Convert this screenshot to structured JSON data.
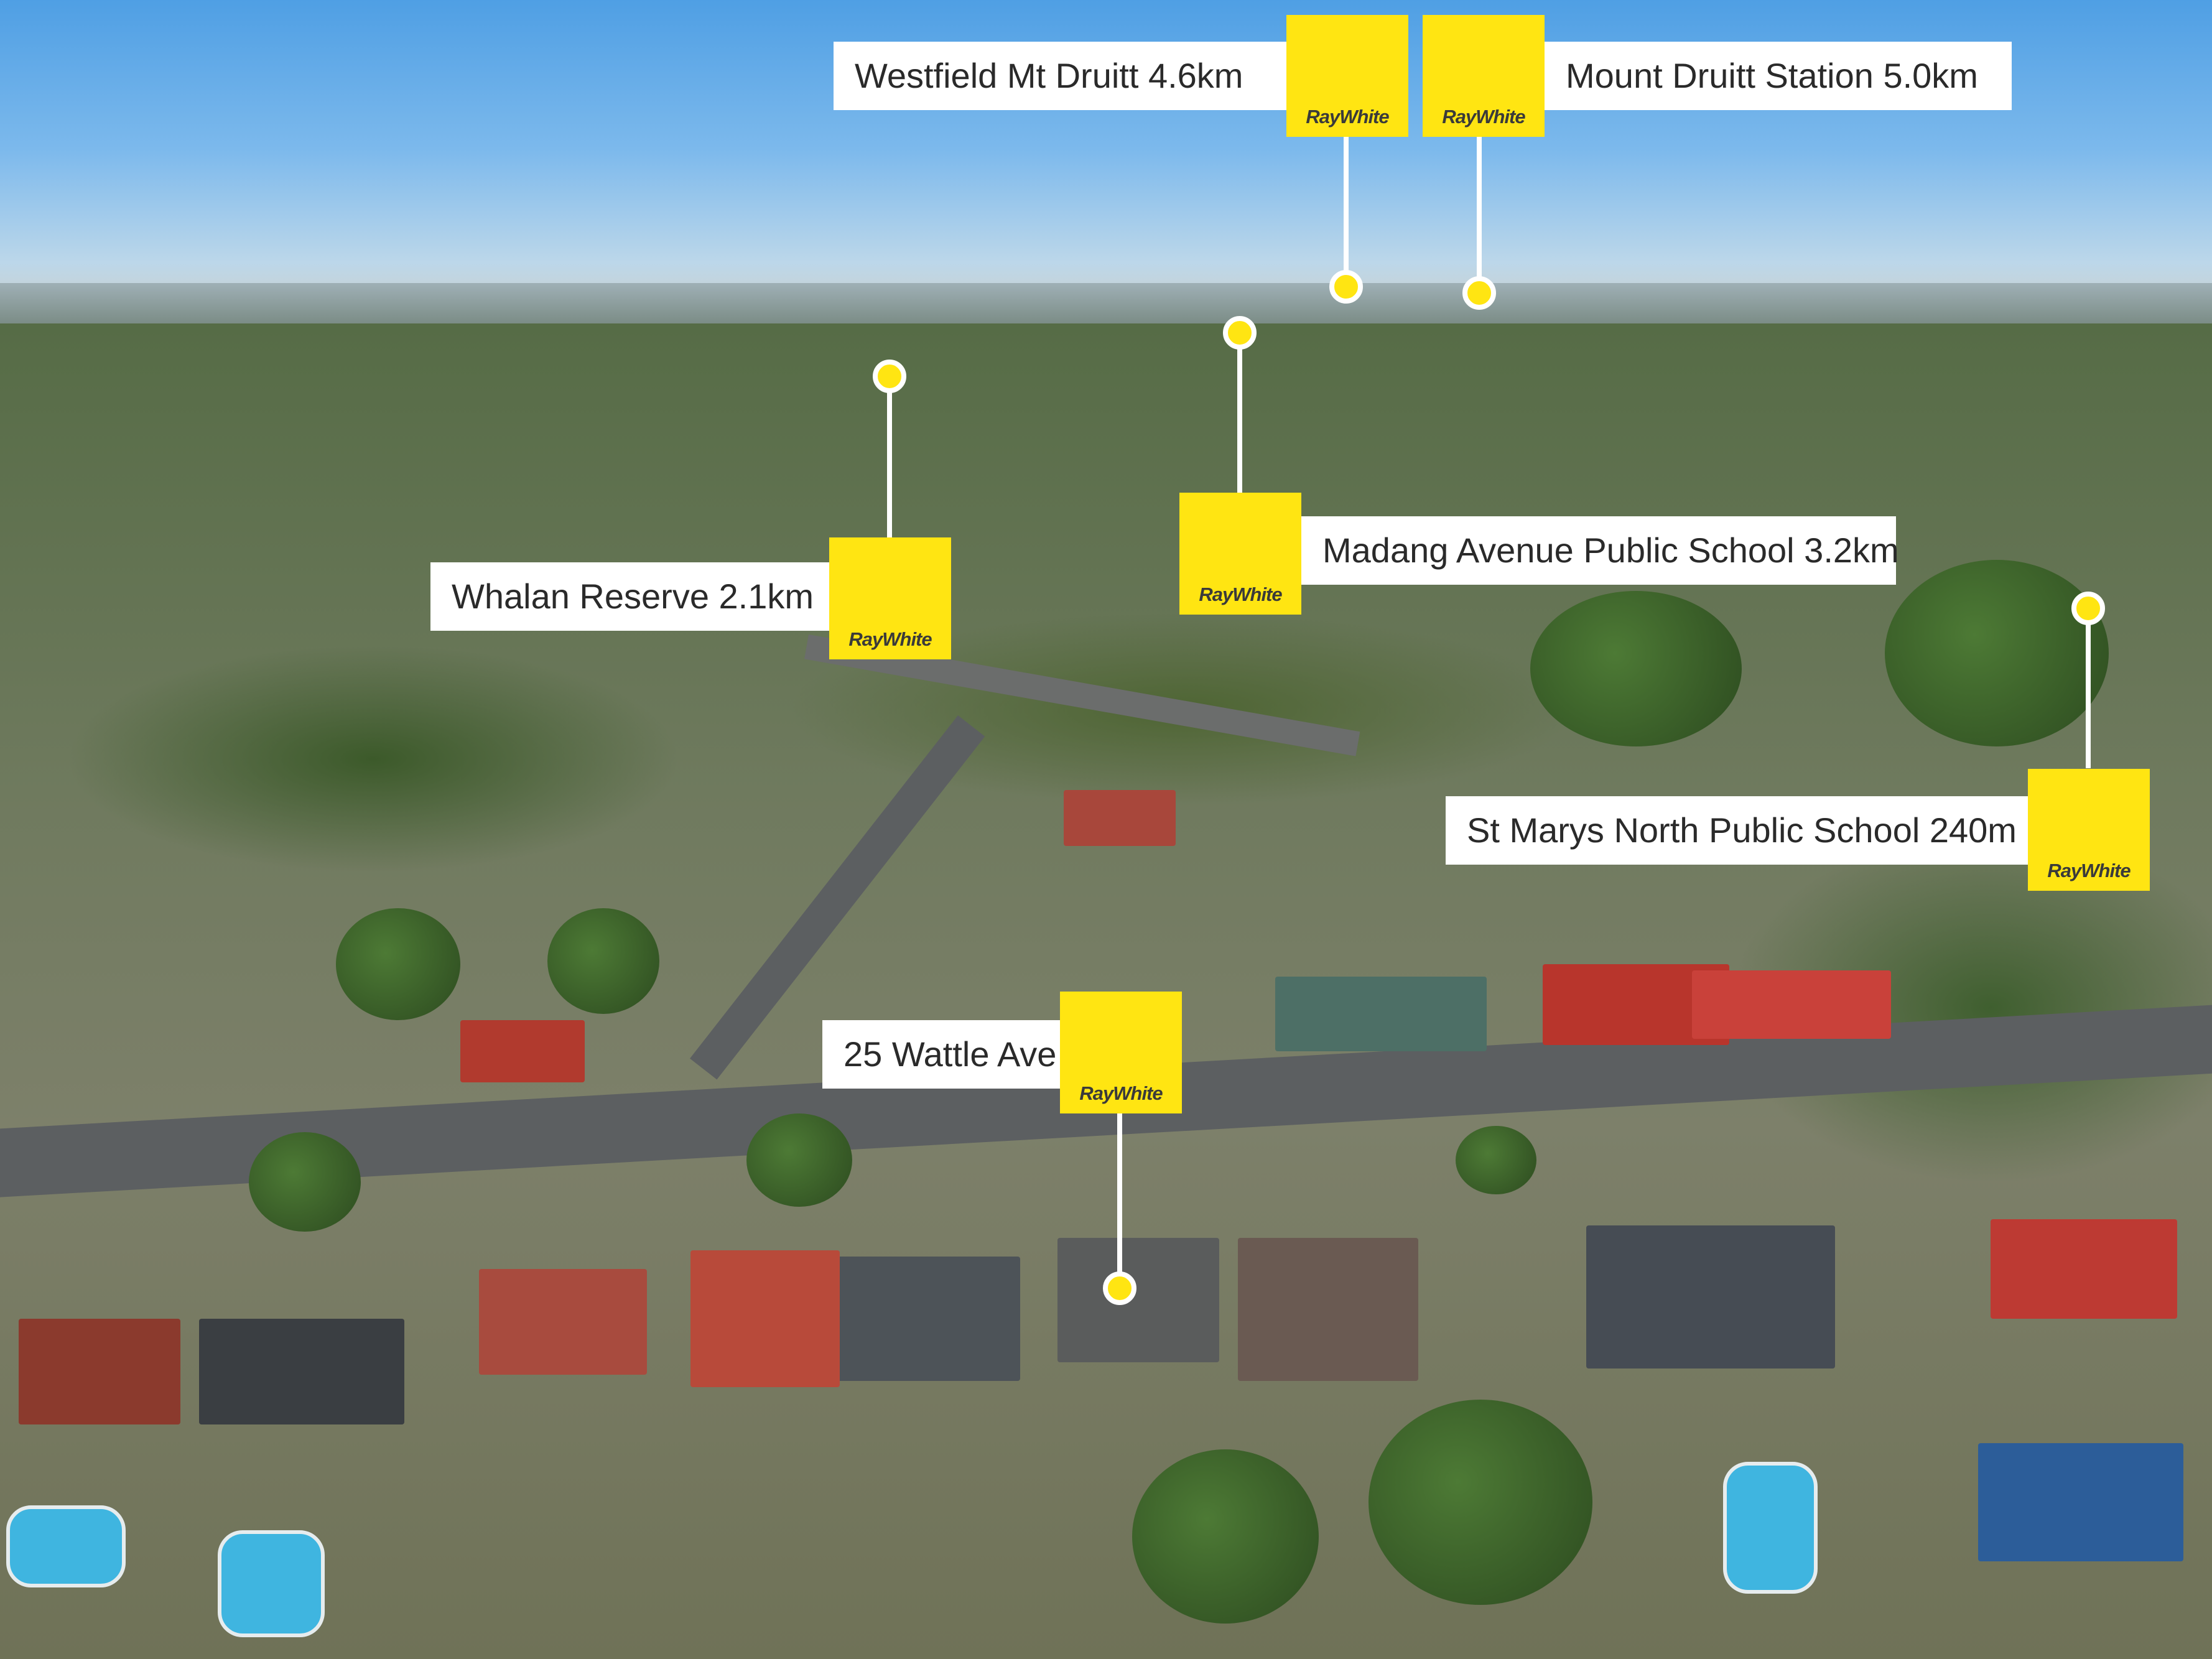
{
  "brand": {
    "name": "RayWhite",
    "color": "#ffe512"
  },
  "markers": [
    {
      "id": "westfield",
      "label": "Westfield Mt Druitt 4.6km"
    },
    {
      "id": "station",
      "label": "Mount Druitt Station 5.0km"
    },
    {
      "id": "madang",
      "label": "Madang Avenue Public School 3.2km"
    },
    {
      "id": "whalan",
      "label": "Whalan Reserve 2.1km"
    },
    {
      "id": "stmarys",
      "label": "St Marys North Public School 240m"
    },
    {
      "id": "property",
      "label": "25 Wattle Ave"
    }
  ]
}
